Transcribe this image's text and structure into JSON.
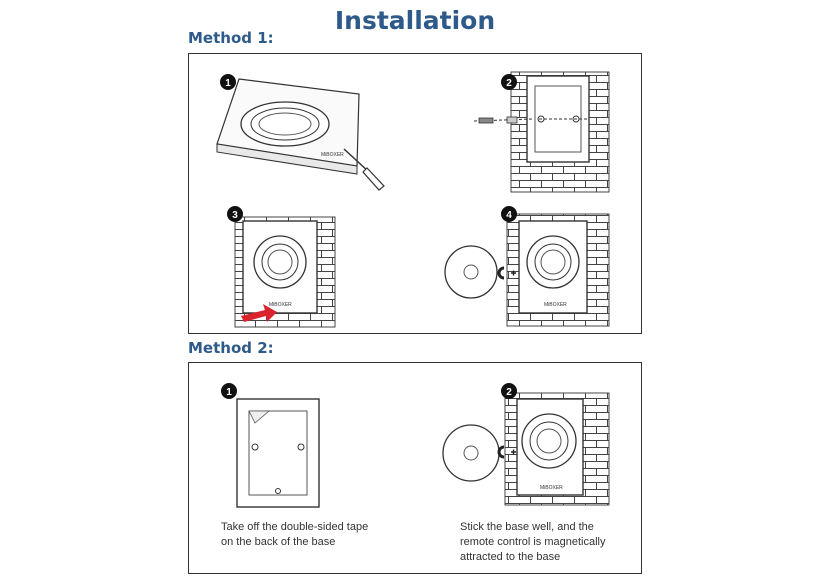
{
  "title": "Installation",
  "method1": {
    "label": "Method 1:",
    "steps": [
      "1",
      "2",
      "3",
      "4"
    ],
    "brand_mark": "MiBOXER"
  },
  "method2": {
    "label": "Method 2:",
    "steps": [
      "1",
      "2"
    ],
    "captions": [
      "Take off the double-sided tape\non the back of the base",
      "Stick the base well, and the\nremote control is magnetically\nattracted to the base"
    ]
  },
  "colors": {
    "heading": "#2d5a8a",
    "arrow": "#d9232d",
    "magnet": "#222222"
  }
}
